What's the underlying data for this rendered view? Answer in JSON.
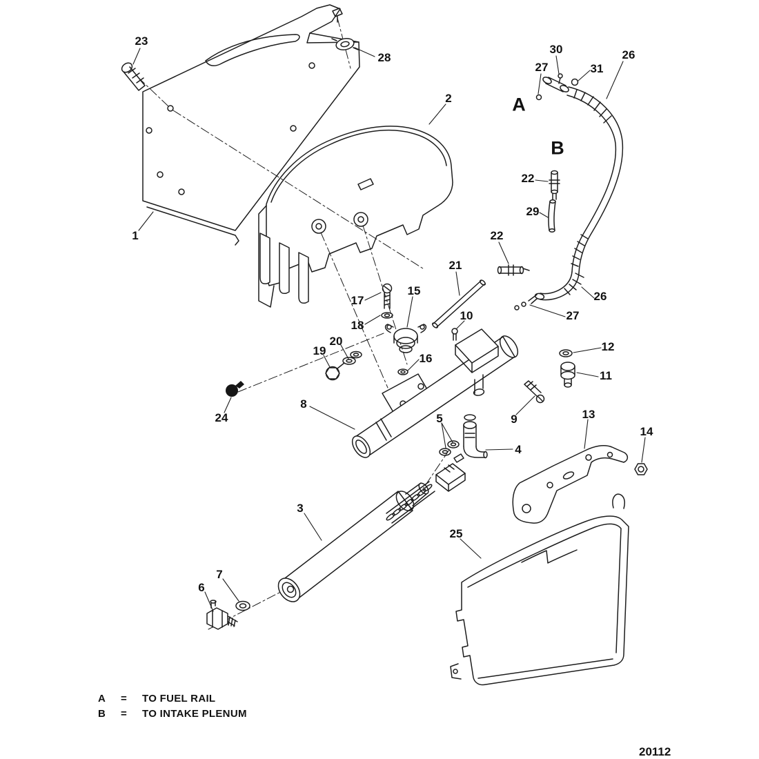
{
  "diagram": {
    "drawing_number": "20112",
    "section_letters": {
      "a": "A",
      "b": "B"
    },
    "legend": {
      "rows": [
        {
          "key": "A",
          "sep": "=",
          "text": "TO FUEL RAIL"
        },
        {
          "key": "B",
          "sep": "=",
          "text": "TO INTAKE PLENUM"
        }
      ]
    },
    "callouts": [
      {
        "label": "23"
      },
      {
        "label": "28"
      },
      {
        "label": "2"
      },
      {
        "label": "30"
      },
      {
        "label": "27"
      },
      {
        "label": "31"
      },
      {
        "label": "26"
      },
      {
        "label": "22"
      },
      {
        "label": "29"
      },
      {
        "label": "1"
      },
      {
        "label": "22"
      },
      {
        "label": "21"
      },
      {
        "label": "26"
      },
      {
        "label": "17"
      },
      {
        "label": "15"
      },
      {
        "label": "18"
      },
      {
        "label": "10"
      },
      {
        "label": "27"
      },
      {
        "label": "20"
      },
      {
        "label": "19"
      },
      {
        "label": "12"
      },
      {
        "label": "16"
      },
      {
        "label": "11"
      },
      {
        "label": "8"
      },
      {
        "label": "5"
      },
      {
        "label": "9"
      },
      {
        "label": "13"
      },
      {
        "label": "24"
      },
      {
        "label": "4"
      },
      {
        "label": "14"
      },
      {
        "label": "3"
      },
      {
        "label": "25"
      },
      {
        "label": "7"
      },
      {
        "label": "6"
      }
    ]
  }
}
